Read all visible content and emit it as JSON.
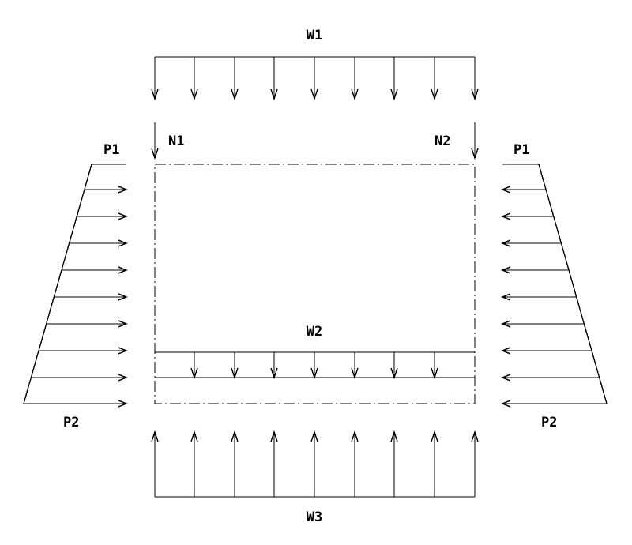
{
  "labels": {
    "w1": "W1",
    "w2": "W2",
    "w3": "W3",
    "n1": "N1",
    "n2": "N2",
    "p1_left": "P1",
    "p1_right": "P1",
    "p2_left": "P2",
    "p2_right": "P2"
  },
  "colors": {
    "stroke": "#000000",
    "background": "#ffffff"
  }
}
